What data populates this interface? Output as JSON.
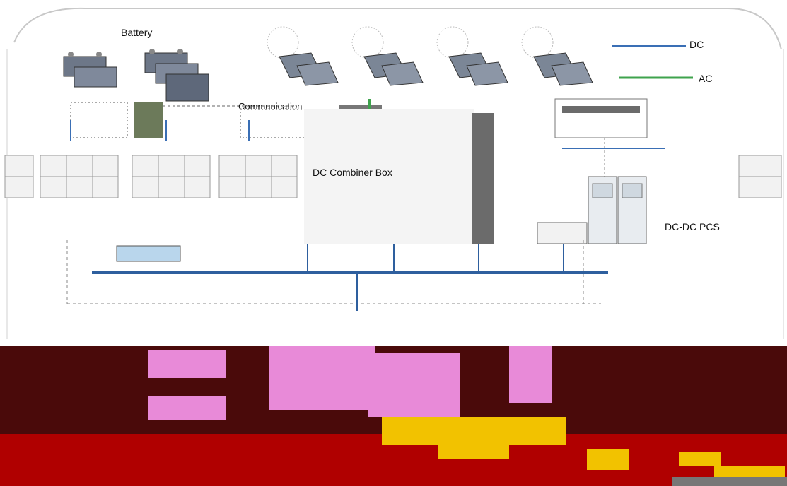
{
  "labels": {
    "battery": "Battery",
    "communication": "Communication",
    "dc_combiner_box": "DC Combiner Box",
    "dc_dc_pcs": "DC-DC PCS",
    "legend_dc": "DC",
    "legend_ac": "AC"
  },
  "colors": {
    "dc_line": "#3a6fb5",
    "ac_line": "#3fa34d",
    "bus": "#2e5f9e",
    "dark_red": "#4a0a0a",
    "red": "#b00000",
    "pink": "#e88ad8",
    "yellow": "#f2c200",
    "gray": "#777777"
  },
  "icons": {
    "battery_pack": "battery-pack-icon",
    "solar_panel": "solar-panel-icon",
    "combiner_box": "combiner-box-icon",
    "pcs_cabinet": "pcs-cabinet-icon"
  }
}
